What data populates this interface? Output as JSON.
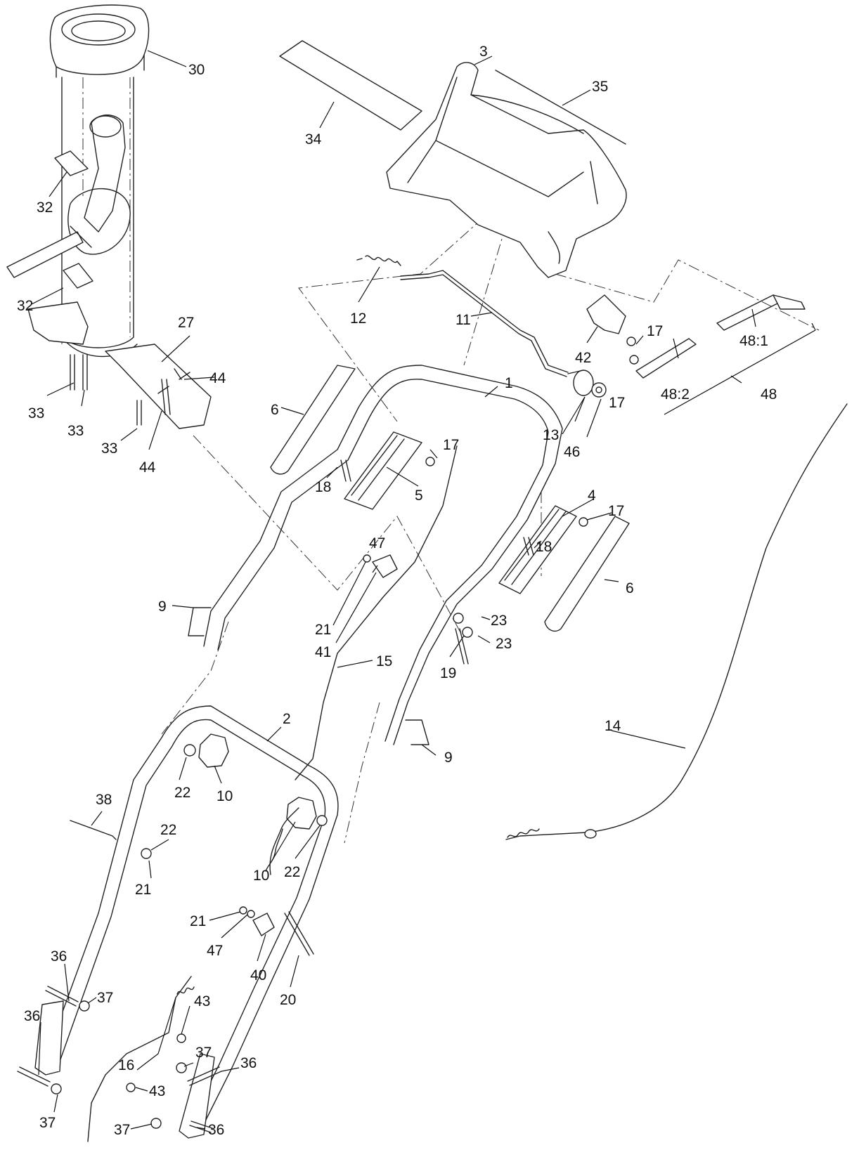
{
  "diagram": {
    "callouts": [
      {
        "id": "c30",
        "text": "30"
      },
      {
        "id": "c3",
        "text": "3"
      },
      {
        "id": "c35",
        "text": "35"
      },
      {
        "id": "c34",
        "text": "34"
      },
      {
        "id": "c32a",
        "text": "32"
      },
      {
        "id": "c32b",
        "text": "32"
      },
      {
        "id": "c12",
        "text": "12"
      },
      {
        "id": "c11",
        "text": "11"
      },
      {
        "id": "c17a",
        "text": "17"
      },
      {
        "id": "c48_1",
        "text": "48:1"
      },
      {
        "id": "c42",
        "text": "42"
      },
      {
        "id": "c27",
        "text": "27"
      },
      {
        "id": "c44a",
        "text": "44"
      },
      {
        "id": "c44b",
        "text": "44"
      },
      {
        "id": "c33a",
        "text": "33"
      },
      {
        "id": "c33b",
        "text": "33"
      },
      {
        "id": "c33c",
        "text": "33"
      },
      {
        "id": "c1",
        "text": "1"
      },
      {
        "id": "c17b",
        "text": "17"
      },
      {
        "id": "c48_2",
        "text": "48:2"
      },
      {
        "id": "c48",
        "text": "48"
      },
      {
        "id": "c6a",
        "text": "6"
      },
      {
        "id": "c13",
        "text": "13"
      },
      {
        "id": "c46",
        "text": "46"
      },
      {
        "id": "c17c",
        "text": "17"
      },
      {
        "id": "c5",
        "text": "5"
      },
      {
        "id": "c18a",
        "text": "18"
      },
      {
        "id": "c4",
        "text": "4"
      },
      {
        "id": "c17d",
        "text": "17"
      },
      {
        "id": "c18b",
        "text": "18"
      },
      {
        "id": "c47a",
        "text": "47"
      },
      {
        "id": "c6b",
        "text": "6"
      },
      {
        "id": "c9a",
        "text": "9"
      },
      {
        "id": "c21a",
        "text": "21"
      },
      {
        "id": "c23a",
        "text": "23"
      },
      {
        "id": "c41",
        "text": "41"
      },
      {
        "id": "c23b",
        "text": "23"
      },
      {
        "id": "c15",
        "text": "15"
      },
      {
        "id": "c19",
        "text": "19"
      },
      {
        "id": "c2",
        "text": "2"
      },
      {
        "id": "c14",
        "text": "14"
      },
      {
        "id": "c9b",
        "text": "9"
      },
      {
        "id": "c22a",
        "text": "22"
      },
      {
        "id": "c10a",
        "text": "10"
      },
      {
        "id": "c38",
        "text": "38"
      },
      {
        "id": "c22b",
        "text": "22"
      },
      {
        "id": "c21b",
        "text": "21"
      },
      {
        "id": "c10b",
        "text": "10"
      },
      {
        "id": "c22c",
        "text": "22"
      },
      {
        "id": "c21c",
        "text": "21"
      },
      {
        "id": "c47b",
        "text": "47"
      },
      {
        "id": "c40",
        "text": "40"
      },
      {
        "id": "c20",
        "text": "20"
      },
      {
        "id": "c36a",
        "text": "36"
      },
      {
        "id": "c37a",
        "text": "37"
      },
      {
        "id": "c43a",
        "text": "43"
      },
      {
        "id": "c36b",
        "text": "36"
      },
      {
        "id": "c16",
        "text": "16"
      },
      {
        "id": "c37b",
        "text": "37"
      },
      {
        "id": "c37c",
        "text": "37"
      },
      {
        "id": "c36c",
        "text": "36"
      },
      {
        "id": "c43b",
        "text": "43"
      },
      {
        "id": "c37d",
        "text": "37"
      },
      {
        "id": "c36d",
        "text": "36"
      }
    ]
  }
}
